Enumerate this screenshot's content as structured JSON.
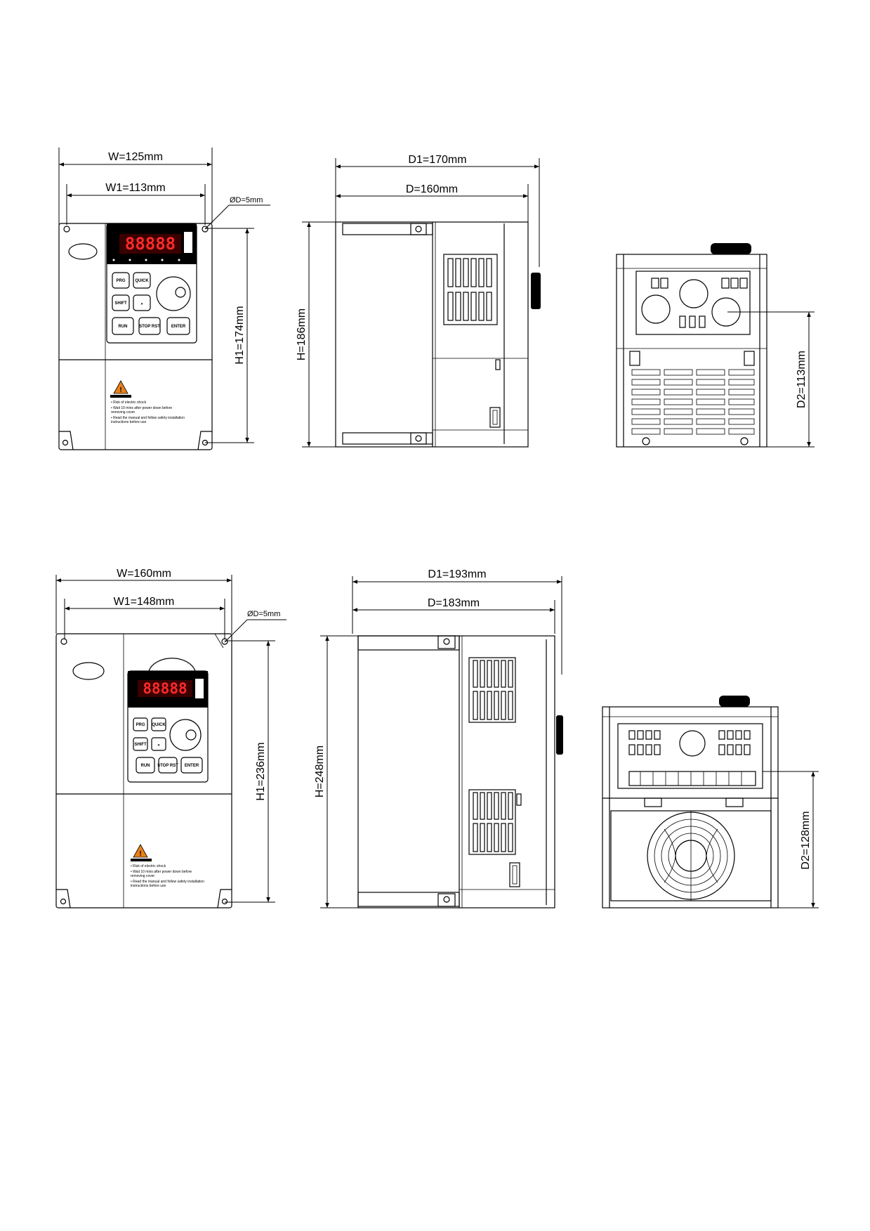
{
  "model_small": {
    "front": {
      "width_label": "W=125mm",
      "w1_label": "W1=113mm",
      "hole_label": "ØD=5mm",
      "h1_label": "H1=174mm",
      "display_digits": "88888",
      "warning_title": "WARNING",
      "warning_lines": [
        "• Risk of electric shock",
        "• Wait 10 mins after power down before",
        "  removing cover",
        "• Read the manual and follow safety installation",
        "  instructions before use"
      ]
    },
    "side": {
      "d1_label": "D1=170mm",
      "d_label": "D=160mm",
      "h_label": "H=186mm"
    },
    "bottom": {
      "d2_label": "D2=113mm"
    }
  },
  "model_large": {
    "front": {
      "width_label": "W=160mm",
      "w1_label": "W1=148mm",
      "hole_label": "ØD=5mm",
      "h1_label": "H1=236mm",
      "display_digits": "88888",
      "warning_title": "WARNING",
      "warning_lines": [
        "• Risk of electric shock",
        "• Wait 10 mins after power down before",
        "  removing cover",
        "• Read the manual and follow safety installation",
        "  instructions before use"
      ]
    },
    "side": {
      "d1_label": "D1=193mm",
      "d_label": "D=183mm",
      "h_label": "H=248mm"
    },
    "bottom": {
      "d2_label": "D2=128mm"
    }
  },
  "keypad_labels": [
    "PRG",
    "QUICK",
    "SHIFT",
    "»",
    "RUN",
    "STOP RST",
    "ENTER"
  ]
}
